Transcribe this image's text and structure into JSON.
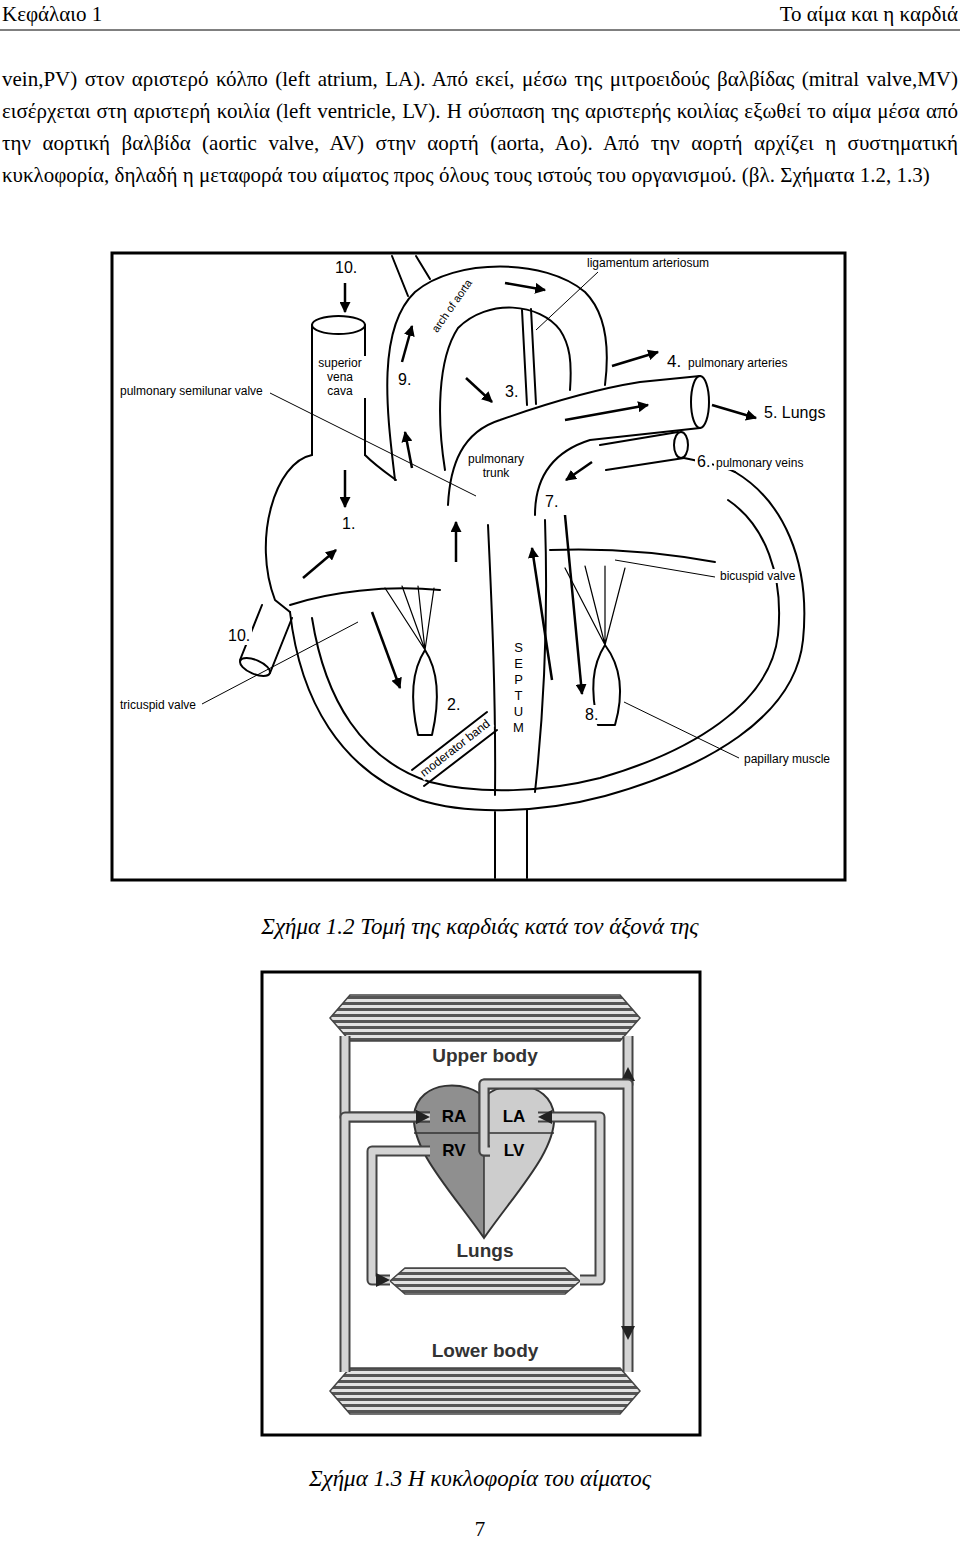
{
  "diagram": {
    "caption": "Σχήμα 1.3 Η κυκλοφορία του αίματος",
    "nodes": [
      {
        "text": [
          "Upper body"
        ]
      },
      {
        "text": [
          "RA"
        ]
      },
      {
        "text": [
          "LA"
        ]
      },
      {
        "text": [
          "RV"
        ]
      },
      {
        "text": [
          "LV"
        ]
      },
      {
        "text": [
          "Lungs"
        ]
      },
      {
        "text": [
          "Lower body"
        ]
      }
    ],
    "edges": [
      {
        "from": 0,
        "to": 1,
        "arrow": "to"
      },
      {
        "from": 6,
        "to": 1,
        "arrow": "to"
      },
      {
        "from": 3,
        "to": 5,
        "arrow": "to"
      },
      {
        "from": 5,
        "to": 2,
        "arrow": "to"
      },
      {
        "from": 4,
        "to": 0,
        "arrow": "to"
      },
      {
        "from": 4,
        "to": 6,
        "arrow": "to"
      }
    ],
    "labels": [
      "Κεφάλαιο 1",
      "Το αίμα και η καρδιά",
      "vein,PV) στον αριστερό κόλπο (left atrium, LA). Από εκεί, μέσω της μιτροειδούς βαλβίδας (mitral valve,MV) εισέρχεται στη αριστερή κοιλία (left ventricle, LV). Η σύσπαση της αριστερής κοιλίας εξωθεί το αίμα μέσα από την αορτική βαλβίδα (aortic valve, AV) στην αορτή (aorta, Ao). Από την αορτή αρχίζει η συστηματική κυκλοφορία, δηλαδή η μεταφορά του αίματος προς όλους τους ιστούς του οργανισμού. (βλ. Σχήματα 1.2, 1.3)",
      "10.",
      "ligamentum arteriosum",
      "superior vena cava",
      "arch of aorta",
      "pulmonary semilunar valve",
      "9.",
      "3.",
      "4.",
      "pulmonary arteries",
      "5. Lungs",
      "pulmonary trunk",
      "6.",
      "pulmonary veins",
      "1.",
      "7.",
      "bicuspid valve",
      "10.",
      "tricuspid valve",
      "2.",
      "8.",
      "papillary muscle",
      "moderator band",
      "SEPTUM",
      "Σχήμα 1.2 Τομή της καρδιάς κατά τον άξονά της",
      "7"
    ]
  }
}
